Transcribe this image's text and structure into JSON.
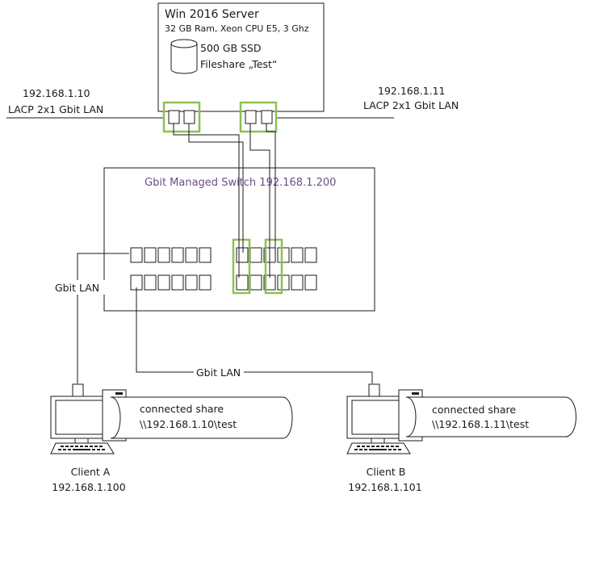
{
  "server": {
    "title": "Win 2016 Server",
    "specs": "32 GB Ram, Xeon CPU E5, 3 Ghz",
    "disk_size": "500 GB SSD",
    "disk_share": "Fileshare „Test“"
  },
  "nic_left": {
    "ip": "192.168.1.10",
    "label": "LACP 2x1 Gbit LAN"
  },
  "nic_right": {
    "ip": "192.168.1.11",
    "label": "LACP 2x1 Gbit LAN"
  },
  "switch": {
    "title": "Gbit Managed Switch 192.168.1.200"
  },
  "links": {
    "client_a_label": "Gbit LAN",
    "client_b_label": "Gbit LAN"
  },
  "client_a": {
    "name": "Client A",
    "ip": "192.168.1.100",
    "share_title": "connected share",
    "share_path": "\\\\192.168.1.10\\test"
  },
  "client_b": {
    "name": "Client B",
    "ip": "192.168.1.101",
    "share_title": "connected share",
    "share_path": "\\\\192.168.1.11\\test"
  },
  "colors": {
    "highlight": "#8cc152",
    "switch_title": "#6a4e8a",
    "line": "#1a1a1a"
  }
}
